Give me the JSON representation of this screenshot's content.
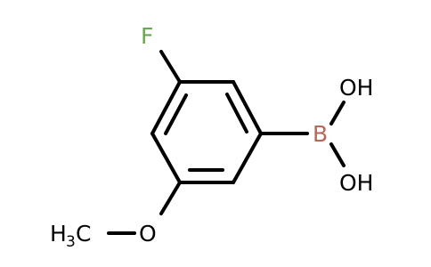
{
  "molecule": {
    "atoms": {
      "fluorine": {
        "label": "F",
        "color": "#6aa84f"
      },
      "boron": {
        "label": "B",
        "color": "#b5685a"
      },
      "hydroxyl_top": {
        "label": "OH",
        "color": "#000000"
      },
      "hydroxyl_bottom": {
        "label": "OH",
        "color": "#000000"
      },
      "methoxy_oxygen": {
        "label": "O",
        "color": "#000000"
      },
      "methyl": {
        "label": "H",
        "subscript": "3",
        "suffix": "C",
        "color": "#000000"
      }
    },
    "bond_color": "#000000"
  }
}
